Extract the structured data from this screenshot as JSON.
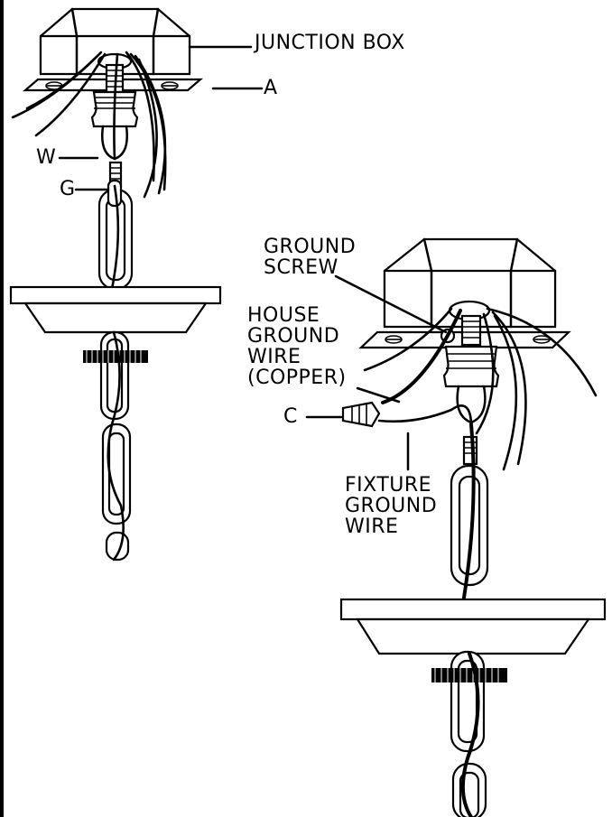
{
  "labels": {
    "junction_box": "JUNCTION BOX",
    "a": "A",
    "w": "W",
    "g": "G",
    "ground_screw": [
      "GROUND",
      "SCREW"
    ],
    "house_ground_wire": [
      "HOUSE",
      "GROUND",
      "WIRE",
      "(COPPER)"
    ],
    "c": "C",
    "fixture_ground_wire": [
      "FIXTURE",
      "GROUND",
      "WIRE"
    ]
  }
}
